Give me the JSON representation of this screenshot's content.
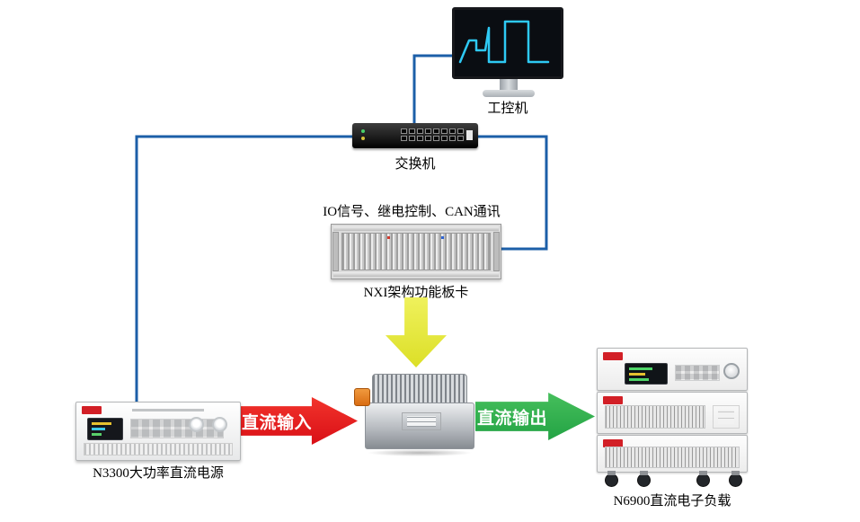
{
  "colors": {
    "connection_line": "#1c5fa8",
    "arrow_input": "#e8151d",
    "arrow_output": "#2fae49",
    "arrow_control": "#e2e43a",
    "waveform": "#2ec9f4"
  },
  "nodes": {
    "industrial_pc": {
      "label": "工控机"
    },
    "network_switch": {
      "label": "交换机"
    },
    "io_bus_note": {
      "label": "IO信号、继电控制、CAN通讯"
    },
    "nxi_rack": {
      "label": "NXI架构功能板卡"
    },
    "dc_power_source": {
      "label": "N3300大功率直流电源"
    },
    "dc_electronic_load": {
      "label": "N6900直流电子负载"
    }
  },
  "arrows": {
    "dc_input": {
      "label": "直流输入"
    },
    "dc_output": {
      "label": "直流输出"
    }
  }
}
